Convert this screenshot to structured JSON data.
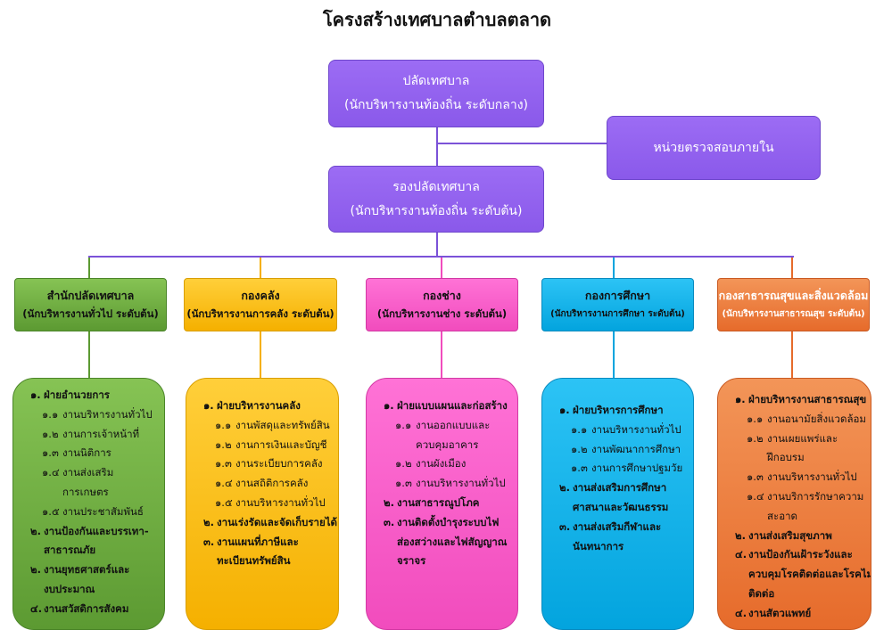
{
  "title": "โครงสร้างเทศบาลตำบลตลาด",
  "colors": {
    "purple": "#9c6cf4",
    "purple_dark": "#8a59ea",
    "purple_border": "#6f47cc",
    "connector": "#7b52d8",
    "green": "#86c354",
    "green_dark": "#5c9a32",
    "green_border": "#4b8529",
    "yellow": "#ffcf3a",
    "yellow_dark": "#f5b000",
    "yellow_border": "#d99e00",
    "pink": "#ff72d6",
    "pink_dark": "#f14cbd",
    "pink_border": "#d239a4",
    "blue": "#2cc3f5",
    "blue_dark": "#03a4de",
    "blue_border": "#0a8bbf",
    "orange": "#f39558",
    "orange_dark": "#e66b2b",
    "orange_border": "#c95a22"
  },
  "chief": {
    "name": "ปลัดเทศบาล",
    "level": "(นักบริหารงานท้องถิ่น ระดับกลาง)"
  },
  "audit_unit": {
    "name": "หน่วยตรวจสอบภายใน"
  },
  "deputy": {
    "name": "รองปลัดเทศบาล",
    "level": "(นักบริหารงานท้องถิ่น ระดับต้น)"
  },
  "divisions": [
    {
      "name": "สำนักปลัดเทศบาล",
      "level": "(นักบริหารงานทั่วไป ระดับต้น)",
      "items": [
        {
          "num": "๑.",
          "lines": [
            "ฝ่ายอำนวยการ"
          ]
        },
        {
          "num": "๑.๑",
          "lines": [
            "งานบริหารงานทั่วไป"
          ]
        },
        {
          "num": "๑.๒",
          "lines": [
            "งานการเจ้าหน้าที่"
          ]
        },
        {
          "num": "๑.๓",
          "lines": [
            "งานนิติการ"
          ]
        },
        {
          "num": "๑.๔",
          "lines": [
            "งานส่งเสริม",
            "การเกษตร"
          ]
        },
        {
          "num": "๑.๕",
          "lines": [
            "งานประชาสัมพันธ์"
          ]
        },
        {
          "num": "๒.",
          "lines": [
            "งานป้องกันและบรรเทา-",
            "สาธารณภัย"
          ]
        },
        {
          "num": "๒.",
          "lines": [
            "งานยุทธศาสตร์และ",
            "งบประมาณ"
          ]
        },
        {
          "num": "๔.",
          "lines": [
            "งานสวัสดิการสังคม"
          ]
        }
      ]
    },
    {
      "name": "กองคลัง",
      "level": "(นักบริหารงานการคลัง ระดับต้น)",
      "items": [
        {
          "num": "๑.",
          "lines": [
            "ฝ่ายบริหารงานคลัง"
          ]
        },
        {
          "num": "๑.๑",
          "lines": [
            "งานพัสดุและทรัพย์สิน"
          ]
        },
        {
          "num": "๑.๒",
          "lines": [
            "งานการเงินและบัญชี"
          ]
        },
        {
          "num": "๑.๓",
          "lines": [
            "งานระเบียบการคลัง"
          ]
        },
        {
          "num": "๑.๔",
          "lines": [
            "งานสถิติการคลัง"
          ]
        },
        {
          "num": "๑.๕",
          "lines": [
            "งานบริหารงานทั่วไป"
          ]
        },
        {
          "num": "๒.",
          "lines": [
            "งานเร่งรัดและจัดเก็บรายได้"
          ]
        },
        {
          "num": "๓.",
          "lines": [
            "งานแผนที่ภาษีและ",
            "ทะเบียนทรัพย์สิน"
          ]
        }
      ]
    },
    {
      "name": "กองช่าง",
      "level": "(นักบริหารงานช่าง ระดับต้น)",
      "items": [
        {
          "num": "๑.",
          "lines": [
            "ฝ่ายแบบแผนและก่อสร้าง"
          ]
        },
        {
          "num": "๑.๑",
          "lines": [
            "งานออกแบบและ",
            "ควบคุมอาคาร"
          ]
        },
        {
          "num": "๑.๒",
          "lines": [
            "งานผังเมือง"
          ]
        },
        {
          "num": "๑.๓",
          "lines": [
            "งานบริหารงานทั่วไป"
          ]
        },
        {
          "num": "๒.",
          "lines": [
            "งานสาธารณูปโภค"
          ]
        },
        {
          "num": "๓.",
          "lines": [
            "งานติดตั้งบำรุงระบบไฟ",
            "ส่องสว่างและไฟสัญญาณ",
            "จราจร"
          ]
        }
      ]
    },
    {
      "name": "กองการศึกษา",
      "level": "(นักบริหารงานการศึกษา ระดับต้น)",
      "items": [
        {
          "num": "๑.",
          "lines": [
            "ฝ่ายบริหารการศึกษา"
          ]
        },
        {
          "num": "๑.๑",
          "lines": [
            "งานบริหารงานทั่วไป"
          ]
        },
        {
          "num": "๑.๒",
          "lines": [
            "งานพัฒนาการศึกษา"
          ]
        },
        {
          "num": "๑.๓",
          "lines": [
            "งานการศึกษาปฐมวัย"
          ]
        },
        {
          "num": "๒.",
          "lines": [
            "งานส่งเสริมการศึกษา",
            "ศาสนาและวัฒนธรรม"
          ]
        },
        {
          "num": "๓.",
          "lines": [
            "งานส่งเสริมกีฬาและ",
            "นันทนาการ"
          ]
        }
      ]
    },
    {
      "name": "กองสาธารณสุขและสิ่งแวดล้อม",
      "level": "(นักบริหารงานสาธารณสุข ระดับต้น)",
      "items": [
        {
          "num": "๑.",
          "lines": [
            "ฝ่ายบริหารงานสาธารณสุข"
          ]
        },
        {
          "num": "๑.๑",
          "lines": [
            "งานอนามัยสิ่งแวดล้อม"
          ]
        },
        {
          "num": "๑.๒",
          "lines": [
            "งานเผยแพร่และ",
            "ฝึกอบรม"
          ]
        },
        {
          "num": "๑.๓",
          "lines": [
            "งานบริหารงานทั่วไป"
          ]
        },
        {
          "num": "๑.๔",
          "lines": [
            "งานบริการรักษาความ",
            "สะอาด"
          ]
        },
        {
          "num": "๒.",
          "lines": [
            "งานส่งเสริมสุขภาพ"
          ]
        },
        {
          "num": "๔.",
          "lines": [
            "งานป้องกันเฝ้าระวังและ",
            "ควบคุมโรคติดต่อและโรคไม่",
            "ติดต่อ"
          ]
        },
        {
          "num": "๔.",
          "lines": [
            "งานสัตวแพทย์"
          ]
        }
      ]
    }
  ]
}
